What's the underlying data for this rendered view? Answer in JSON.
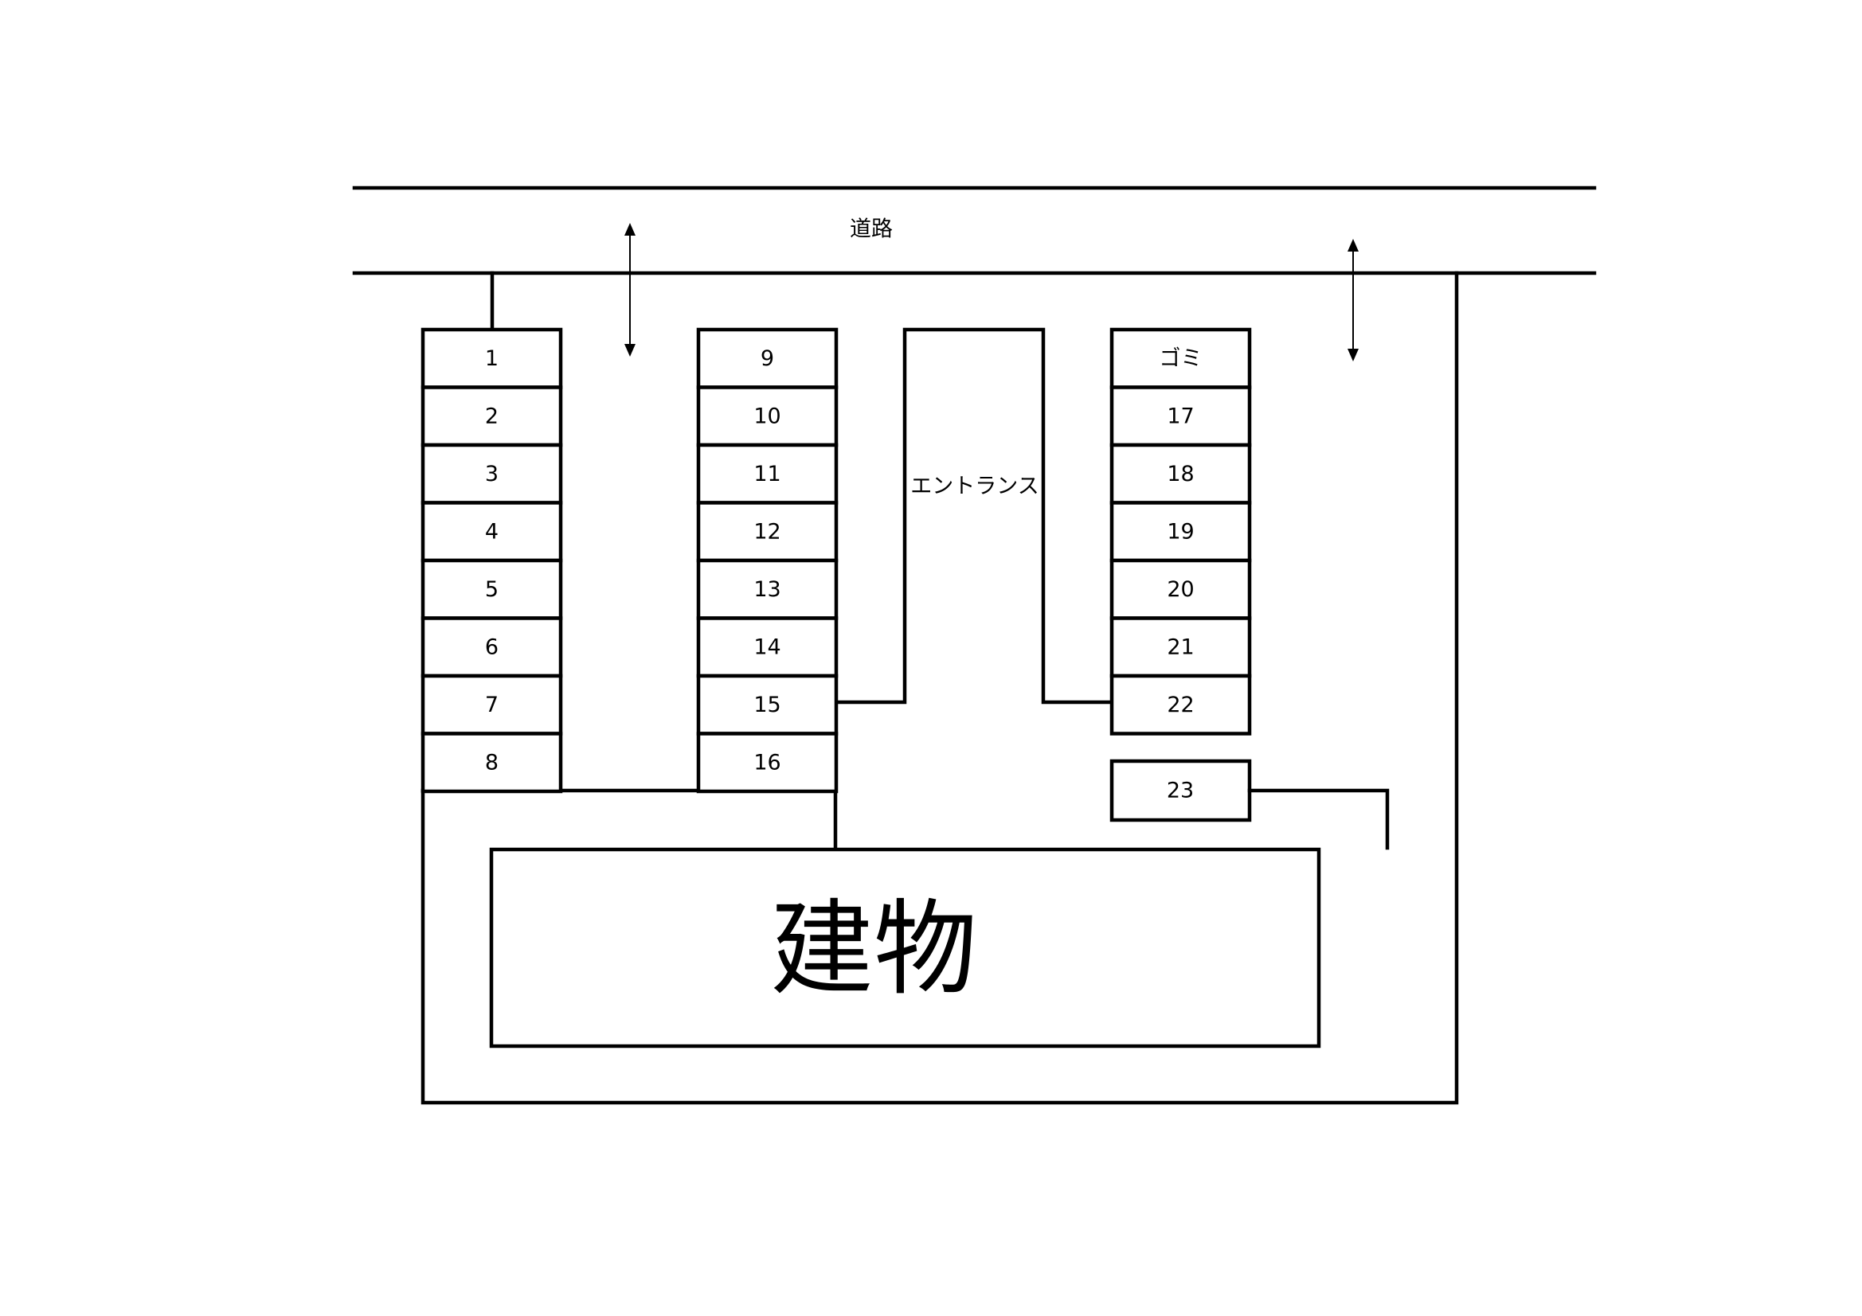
{
  "road": {
    "label": "道路"
  },
  "entrance": {
    "label": "エントランス"
  },
  "building": {
    "label": "建物"
  },
  "columns": [
    {
      "id": "col-a",
      "slots": [
        "1",
        "2",
        "3",
        "4",
        "5",
        "6",
        "7",
        "8"
      ]
    },
    {
      "id": "col-b",
      "slots": [
        "9",
        "10",
        "11",
        "12",
        "13",
        "14",
        "15",
        "16"
      ]
    },
    {
      "id": "col-c",
      "slots": [
        "ゴミ",
        "17",
        "18",
        "19",
        "20",
        "21",
        "22"
      ]
    }
  ],
  "extra_slot": {
    "label": "23"
  }
}
